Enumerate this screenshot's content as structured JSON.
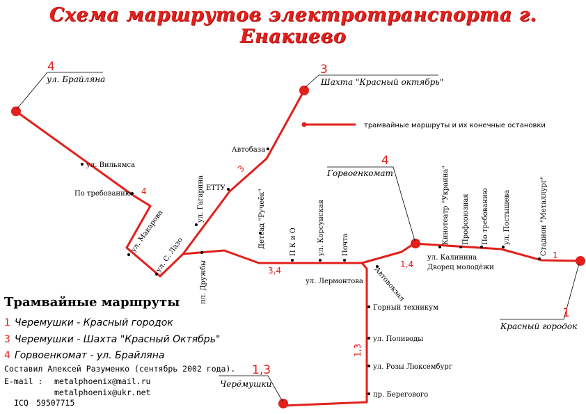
{
  "title": "Схема маршрутов электротранспорта г. Енакиево",
  "legend_note": "трамвайные маршруты и их конечные остановки",
  "terminals": {
    "brailyana": {
      "route": "4",
      "name": "ул. Брайляна"
    },
    "shakhta": {
      "route": "3",
      "name": "Шахта \"Красный октябрь\""
    },
    "gorvoenkomat": {
      "route": "4",
      "name": "Горвоенкомат"
    },
    "krasny_gorodok": {
      "route": "1",
      "name": "Красный городок"
    },
    "cheremushki": {
      "route": "1,3",
      "name": "Черёмушки"
    }
  },
  "stops": {
    "vilyamsa": "ул. Вильямса",
    "po_treb_1": "По требованию",
    "makarova": "ул. Макарова",
    "lazo": "ул. С. Лазо",
    "gagarina": "ул. Гагарина",
    "ettu": "ЕТТУ",
    "avtobaza": "Автобаза",
    "druzhby": "пл. Дружбы",
    "detsad": "Детсад \"Ручеёк\"",
    "pkio": "П К и О",
    "korsunskaya": "ул. Корсунская",
    "pochta": "Почта",
    "lermontova": "ул. Лермонтова",
    "avtovokzal": "Автовокзал",
    "kalinina": "ул. Калинина",
    "dvorets": "Дворец молодёжи",
    "kinoteatr": "Кинотеатр \"Украина\"",
    "profsoyuznaya": "Профсоюзная",
    "po_treb_2": "По требованию",
    "postysheva": "ул. Постышева",
    "stadion": "Стадион \"Металлург\"",
    "tekhnikum": "Горный техникум",
    "polivody": "ул. Поливоды",
    "lyuksemburg": "ул. Розы Люксембург",
    "beregovogo": "пр. Берегового"
  },
  "segment_labels": {
    "seg_4": "4",
    "seg_3": "3",
    "seg_34": "3,4",
    "seg_14": "1,4",
    "seg_1": "1",
    "seg_13": "1,3"
  },
  "legend": {
    "heading": "Трамвайные маршруты",
    "routes": [
      {
        "num": "1",
        "text": "Черемушки - Красный городок"
      },
      {
        "num": "3",
        "text": "Черемушки - Шахта \"Красный Октябрь\""
      },
      {
        "num": "4",
        "text": "Горвоенкомат - ул. Брайляна"
      }
    ]
  },
  "credits": {
    "author": "Составил Алексей Разуменко (сентябрь 2002 года).",
    "email_label": "E-mail :",
    "email1": "metalphoenix@mail.ru",
    "email2": "metalphoenix@ukr.net",
    "icq_label": "ICQ",
    "icq": "59507715"
  },
  "colors": {
    "route": "#e2201c",
    "text": "#000000"
  }
}
